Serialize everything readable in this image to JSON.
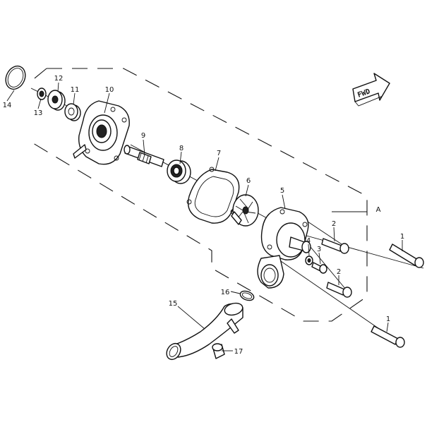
{
  "callouts": [
    {
      "id": "c1a",
      "label": "1"
    },
    {
      "id": "c1b",
      "label": "1"
    },
    {
      "id": "c2a",
      "label": "2"
    },
    {
      "id": "c2b",
      "label": "2"
    },
    {
      "id": "c3",
      "label": "3"
    },
    {
      "id": "c4",
      "label": "4"
    },
    {
      "id": "c5",
      "label": "5"
    },
    {
      "id": "c6",
      "label": "6"
    },
    {
      "id": "c7",
      "label": "7"
    },
    {
      "id": "c8",
      "label": "8"
    },
    {
      "id": "c9",
      "label": "9"
    },
    {
      "id": "c10",
      "label": "10"
    },
    {
      "id": "c11",
      "label": "11"
    },
    {
      "id": "c12",
      "label": "12"
    },
    {
      "id": "c13",
      "label": "13"
    },
    {
      "id": "c14",
      "label": "14"
    },
    {
      "id": "c15",
      "label": "15"
    },
    {
      "id": "c16",
      "label": "16"
    },
    {
      "id": "c17",
      "label": "17"
    }
  ],
  "section_label": "A",
  "direction_arrow": {
    "label": "FWD",
    "icon": "forward-arrow-icon"
  }
}
